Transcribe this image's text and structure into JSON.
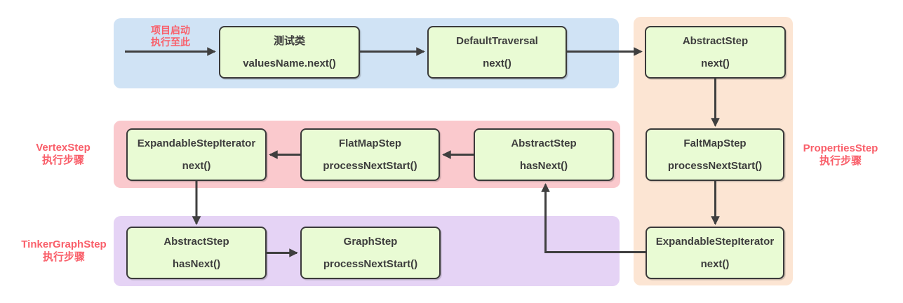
{
  "colors": {
    "lane_startup_blue": "#d0e3f5",
    "lane_vertexstep_pink": "#fac9cd",
    "lane_tinkergraphstep_purple": "#e5d3f5",
    "lane_propertiesstep_peach": "#fce5d3",
    "node_fill_green": "#e9fbd4",
    "node_border": "#3a3a3a",
    "arrow": "#3f3f3f",
    "annotation_red": "#f95f6a"
  },
  "nodes": {
    "test_class": {
      "title": "测试类",
      "method": "valuesName.next()"
    },
    "default_traversal": {
      "title": "DefaultTraversal",
      "method": "next()"
    },
    "abstract_step_next": {
      "title": "AbstractStep",
      "method": "next()"
    },
    "falt_map_step": {
      "title": "FaltMapStep",
      "method": "processNextStart()"
    },
    "expandable_step_iterator_right": {
      "title": "ExpandableStepIterator",
      "method": "next()"
    },
    "expandable_step_iterator_left": {
      "title": "ExpandableStepIterator",
      "method": "next()"
    },
    "flat_map_step": {
      "title": "FlatMapStep",
      "method": "processNextStart()"
    },
    "abstract_step_hasnext_mid": {
      "title": "AbstractStep",
      "method": "hasNext()"
    },
    "abstract_step_hasnext_bottom": {
      "title": "AbstractStep",
      "method": "hasNext()"
    },
    "graph_step": {
      "title": "GraphStep",
      "method": "processNextStart()"
    }
  },
  "annotations": {
    "startup": {
      "line1": "项目启动",
      "line2": "执行至此"
    },
    "vertex_step": {
      "line1": "VertexStep",
      "line2": "执行步骤"
    },
    "tinker_graph_step": {
      "line1": "TinkerGraphStep",
      "line2": "执行步骤"
    },
    "properties_step": {
      "line1": "PropertiesStep",
      "line2": "执行步骤"
    }
  },
  "edges": [
    {
      "from": "start",
      "to": "test_class"
    },
    {
      "from": "test_class",
      "to": "default_traversal"
    },
    {
      "from": "default_traversal",
      "to": "abstract_step_next"
    },
    {
      "from": "abstract_step_next",
      "to": "falt_map_step"
    },
    {
      "from": "falt_map_step",
      "to": "expandable_step_iterator_right"
    },
    {
      "from": "expandable_step_iterator_right",
      "to": "abstract_step_hasnext_mid"
    },
    {
      "from": "abstract_step_hasnext_mid",
      "to": "flat_map_step"
    },
    {
      "from": "flat_map_step",
      "to": "expandable_step_iterator_left"
    },
    {
      "from": "expandable_step_iterator_left",
      "to": "abstract_step_hasnext_bottom"
    },
    {
      "from": "abstract_step_hasnext_bottom",
      "to": "graph_step"
    }
  ]
}
